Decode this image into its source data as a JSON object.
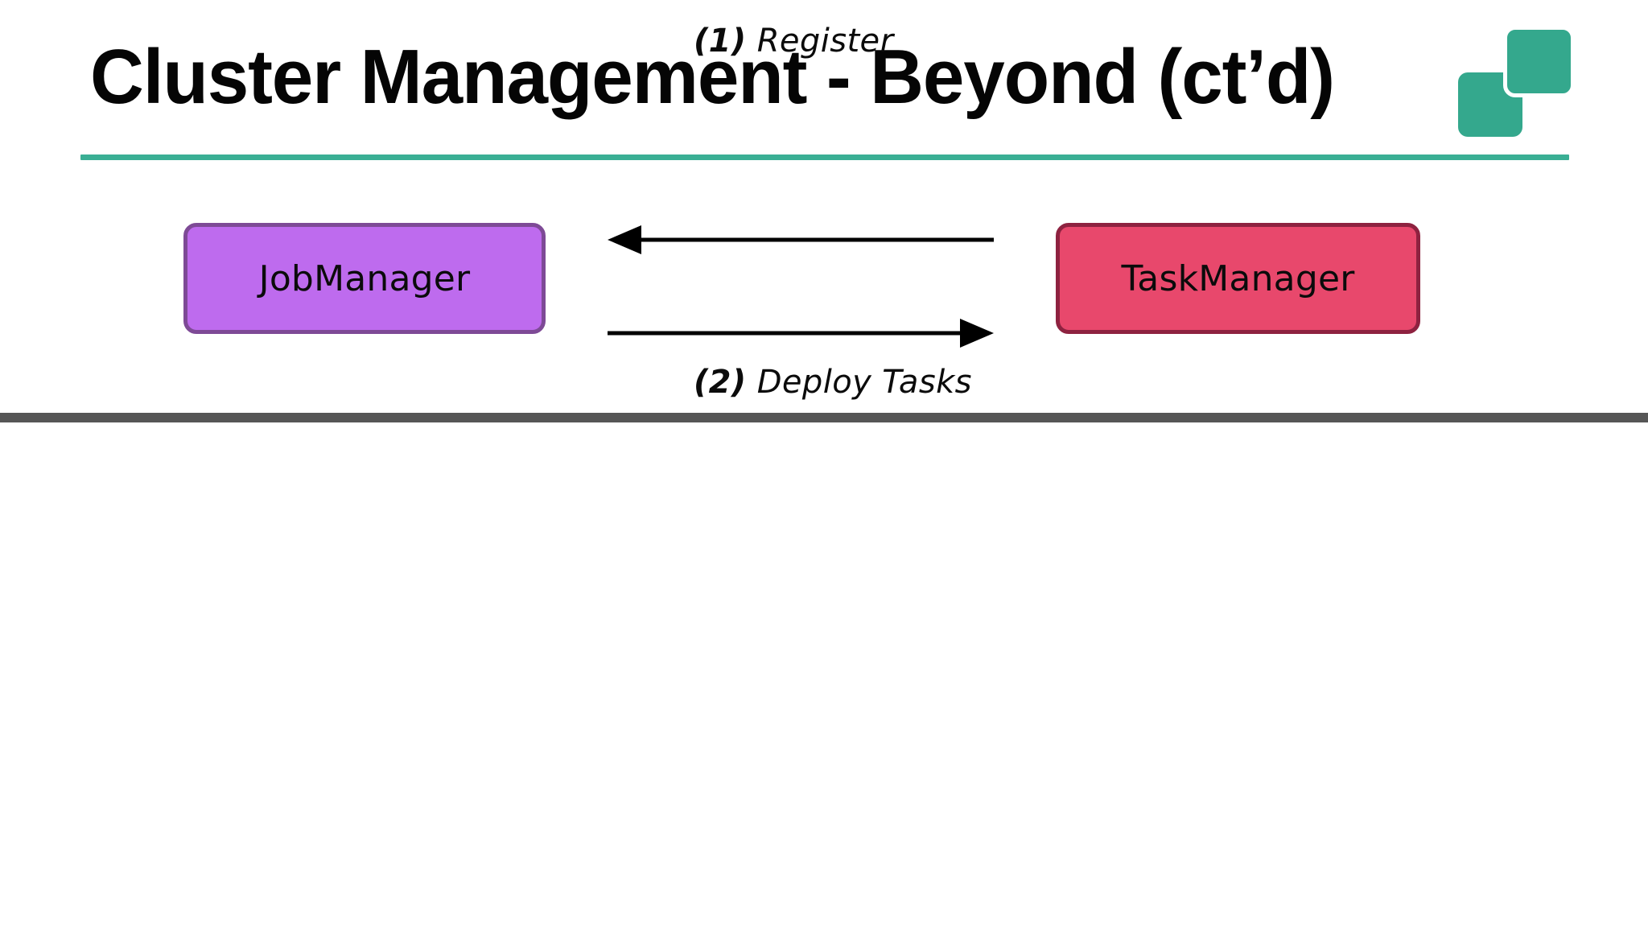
{
  "slide": {
    "title": "Cluster Management - Beyond (ct’d)",
    "background_color": "#FFFFFF",
    "title_color": "#050505",
    "rule_color": "#3AAF94",
    "bottom_bar_color": "#565656"
  },
  "logo": {
    "name": "two-overlapping-rounded-squares-logo",
    "color": "#34A88D",
    "square_back_name": "logo-square-back",
    "square_front_name": "logo-square-front"
  },
  "diagram": {
    "type": "sequence-diagram",
    "nodes": [
      {
        "id": "jobmanager",
        "label": "JobManager",
        "fill": "#BE6BEE",
        "border": "#7E4A96",
        "text_color": "#0B0B0B"
      },
      {
        "id": "taskmanager",
        "label": "TaskManager",
        "fill": "#E8486C",
        "border": "#8E2240",
        "text_color": "#0B0B0B"
      }
    ],
    "messages": [
      {
        "id": "register",
        "number": "(1)",
        "text": "Register",
        "from": "taskmanager",
        "to": "jobmanager",
        "direction": "left",
        "label_position": "above",
        "line_color": "#000000"
      },
      {
        "id": "deploy-tasks",
        "number": "(2)",
        "text": "Deploy Tasks",
        "from": "jobmanager",
        "to": "taskmanager",
        "direction": "right",
        "label_position": "below",
        "line_color": "#000000"
      }
    ]
  }
}
